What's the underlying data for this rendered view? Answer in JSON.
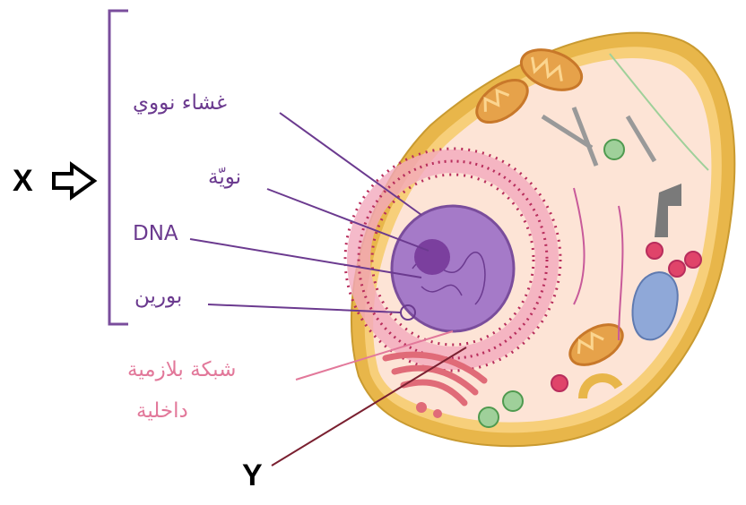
{
  "labels": {
    "x_marker": "X",
    "y_marker": "Y",
    "nuclear_envelope": "غشاء نووي",
    "nucleolus": "نويّة",
    "dna": "DNA",
    "pore": "بورين",
    "er_line1": "شبكة بلازمية",
    "er_line2": "داخلية"
  },
  "icons": {
    "x_arrow": "hollow-right-arrow-icon"
  },
  "colors": {
    "label_purple": "#6b3a8f",
    "label_pink": "#e2789a",
    "cell_wall": "#e8b64a",
    "cytoplasm": "#fde4d6",
    "nucleus": "#a57ac8",
    "nucleolus": "#7b3f9e",
    "mitochondria": "#e6a24a",
    "golgi": "#e06b78",
    "vacuole": "#8fa8d8",
    "chloroplast_like": "#9fd09a"
  }
}
